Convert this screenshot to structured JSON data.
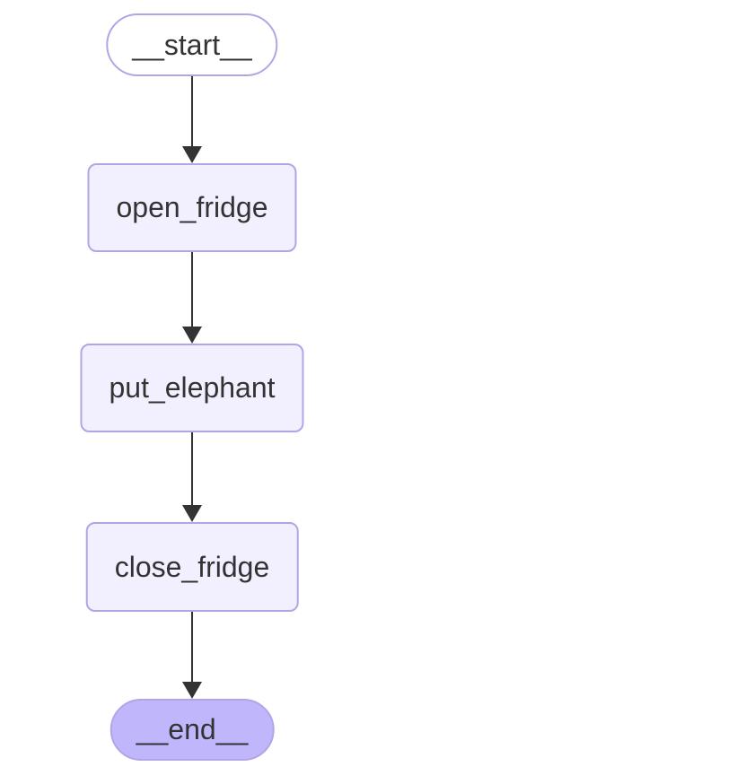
{
  "diagram": {
    "type": "flowchart",
    "direction": "top-down",
    "nodes": {
      "start": {
        "label": "__start__",
        "shape": "stadium",
        "fill": "#ffffff"
      },
      "open_fridge": {
        "label": "open_fridge",
        "shape": "rectangle",
        "fill": "#f2f0ff"
      },
      "put_elephant": {
        "label": "put_elephant",
        "shape": "rectangle",
        "fill": "#f2f0ff"
      },
      "close_fridge": {
        "label": "close_fridge",
        "shape": "rectangle",
        "fill": "#f2f0ff"
      },
      "end": {
        "label": "__end__",
        "shape": "stadium",
        "fill": "#bfb6fc"
      }
    },
    "edges": [
      {
        "from": "__start__",
        "to": "open_fridge",
        "arrow": "filled-triangle"
      },
      {
        "from": "open_fridge",
        "to": "put_elephant",
        "arrow": "filled-triangle"
      },
      {
        "from": "put_elephant",
        "to": "close_fridge",
        "arrow": "filled-triangle"
      },
      {
        "from": "close_fridge",
        "to": "__end__",
        "arrow": "filled-triangle"
      }
    ]
  },
  "colors": {
    "background": "#ffffff",
    "node_fill": "#f2f0ff",
    "node_border": "#b3a4e6",
    "start_fill": "#ffffff",
    "end_fill": "#bfb6fc",
    "edge_line": "#333333",
    "text": "#333333"
  }
}
